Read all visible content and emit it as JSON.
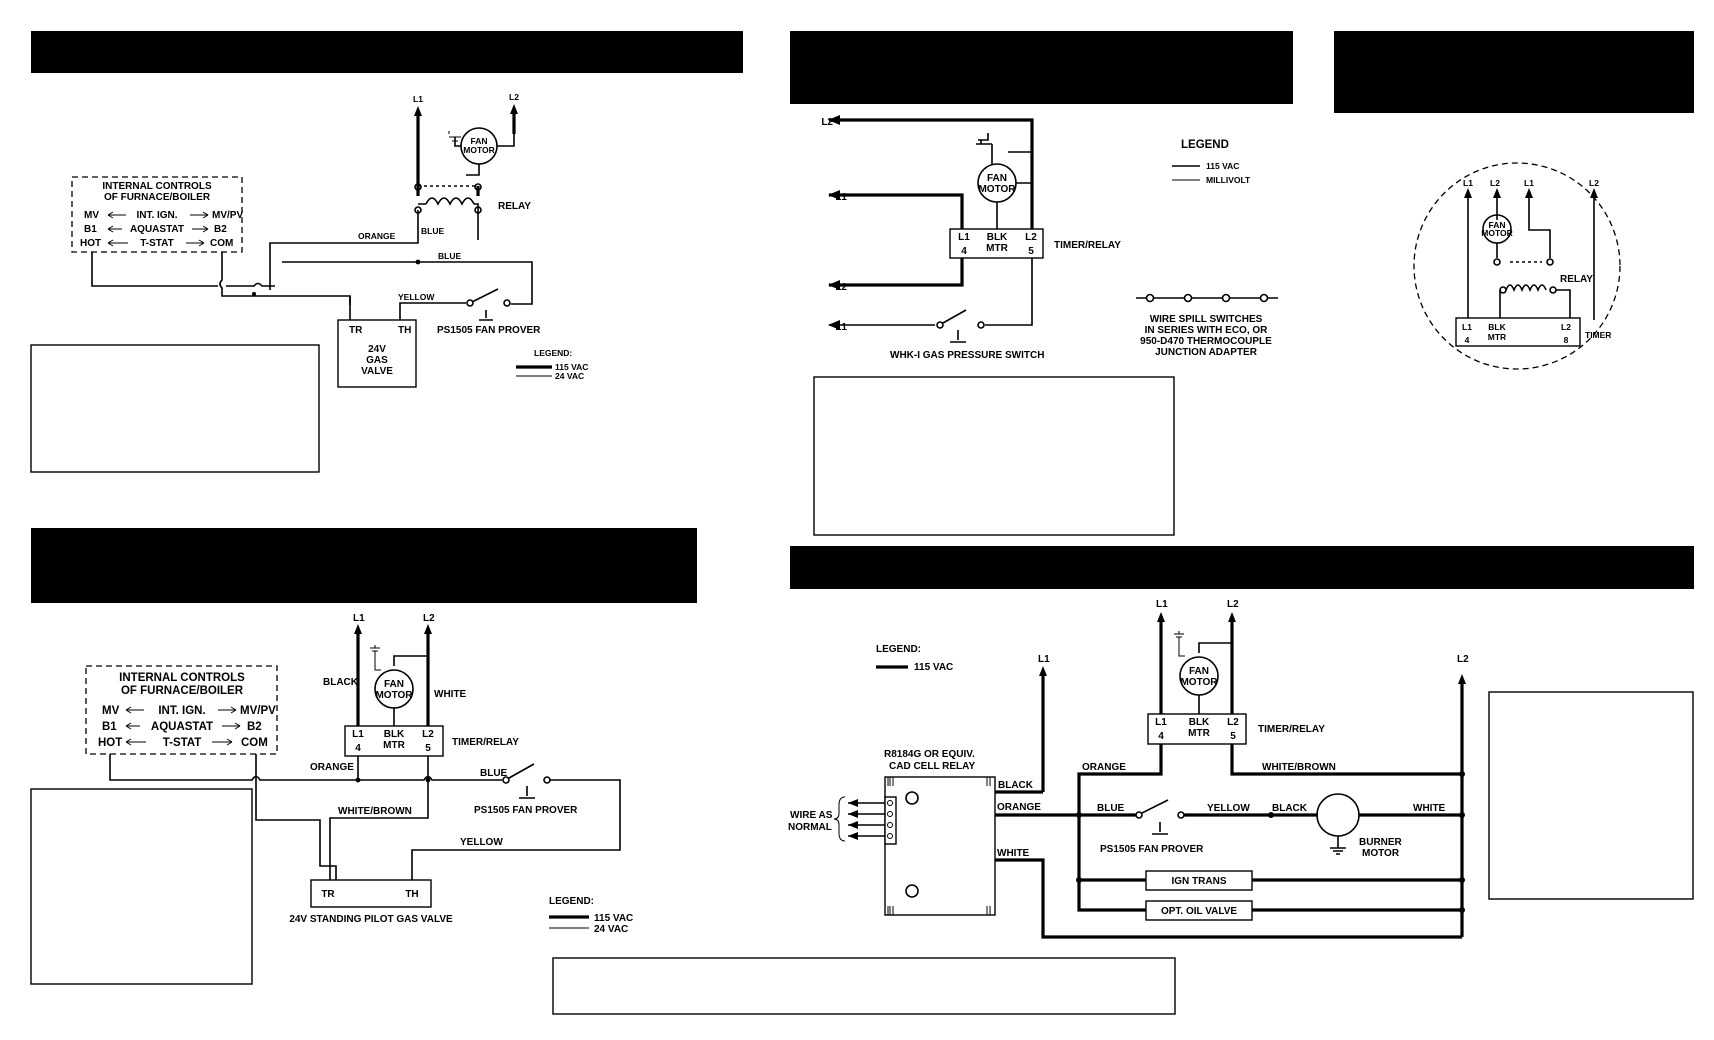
{
  "d1": {
    "controls_title_1": "INTERNAL CONTROLS",
    "controls_title_2": "OF FURNACE/BOILER",
    "row_mv": "MV",
    "row_int_ign": "INT. IGN.",
    "row_mvpv": "MV/PV",
    "row_b1": "B1",
    "row_aquastat": "AQUASTAT",
    "row_b2": "B2",
    "row_hot": "HOT",
    "row_tstat": "T-STAT",
    "row_com": "COM",
    "l1": "L1",
    "l2": "L2",
    "fan_motor_1": "FAN",
    "fan_motor_2": "MOTOR",
    "relay": "RELAY",
    "blue_coil": "BLUE",
    "orange": "ORANGE",
    "blue": "BLUE",
    "yellow": "YELLOW",
    "tr": "TR",
    "th": "TH",
    "gas_valve_1": "24V",
    "gas_valve_2": "GAS",
    "gas_valve_3": "VALVE",
    "prover": "PS1505 FAN PROVER",
    "legend_title": "LEGEND:",
    "legend_thick": "115 VAC",
    "legend_thin": "24 VAC"
  },
  "d2": {
    "l1": "L1",
    "l2": "L2",
    "fan_motor_1": "FAN",
    "fan_motor_2": "MOTOR",
    "t_l1": "L1",
    "t_blk": "BLK",
    "t_mtr": "MTR",
    "t_l2": "L2",
    "t_4": "4",
    "t_5": "5",
    "timer_relay": "TIMER/RELAY",
    "pressure_switch": "WHK-I GAS PRESSURE SWITCH",
    "legend_title": "LEGEND",
    "legend_thick": "115 VAC",
    "legend_thin": "MILLIVOLT",
    "spill_1": "WIRE SPILL SWITCHES",
    "spill_2": "IN SERIES WITH ECO, OR",
    "spill_3": "950-D470 THERMOCOUPLE",
    "spill_4": "JUNCTION ADAPTER"
  },
  "d3": {
    "l1a": "L1",
    "l2": "L2",
    "l1b": "L1",
    "l2b": "L2",
    "fan_motor_1": "FAN",
    "fan_motor_2": "MOTOR",
    "relay": "RELAY",
    "t_l1": "L1",
    "t_blk": "BLK",
    "t_mtr": "MTR",
    "t_l2": "L2",
    "t_4": "4",
    "t_8": "8",
    "timer": "TIMER"
  },
  "d4": {
    "controls_title_1": "INTERNAL CONTROLS",
    "controls_title_2": "OF FURNACE/BOILER",
    "row_mv": "MV",
    "row_int_ign": "INT. IGN.",
    "row_mvpv": "MV/PV",
    "row_b1": "B1",
    "row_aquastat": "AQUASTAT",
    "row_b2": "B2",
    "row_hot": "HOT",
    "row_tstat": "T-STAT",
    "row_com": "COM",
    "l1": "L1",
    "l2": "L2",
    "black": "BLACK",
    "white": "WHITE",
    "fan_motor_1": "FAN",
    "fan_motor_2": "MOTOR",
    "t_l1": "L1",
    "t_blk": "BLK",
    "t_mtr": "MTR",
    "t_l2": "L2",
    "t_4": "4",
    "t_5": "5",
    "timer_relay": "TIMER/RELAY",
    "orange": "ORANGE",
    "blue": "BLUE",
    "white_brown": "WHITE/BROWN",
    "yellow": "YELLOW",
    "prover": "PS1505 FAN PROVER",
    "tr": "TR",
    "th": "TH",
    "gas_valve": "24V STANDING PILOT GAS VALVE",
    "legend_title": "LEGEND:",
    "legend_thick": "115 VAC",
    "legend_thin": "24 VAC"
  },
  "d5": {
    "legend_title": "LEGEND:",
    "legend_thick": "115 VAC",
    "l1a": "L1",
    "l1b": "L1",
    "l2a": "L2",
    "l2b": "L2",
    "fan_motor_1": "FAN",
    "fan_motor_2": "MOTOR",
    "t_l1": "L1",
    "t_blk": "BLK",
    "t_mtr": "MTR",
    "t_l2": "L2",
    "t_4": "4",
    "t_5": "5",
    "timer_relay": "TIMER/RELAY",
    "relay_name_1": "R8184G OR EQUIV.",
    "relay_name_2": "CAD CELL RELAY",
    "wire_as_1": "WIRE AS",
    "wire_as_2": "NORMAL",
    "orange_top": "ORANGE",
    "white_brown": "WHITE/BROWN",
    "black": "BLACK",
    "orange": "ORANGE",
    "white": "WHITE",
    "blue": "BLUE",
    "yellow": "YELLOW",
    "black2": "BLACK",
    "white2": "WHITE",
    "prover": "PS1505 FAN PROVER",
    "burner_1": "BURNER",
    "burner_2": "MOTOR",
    "ign_trans": "IGN TRANS",
    "oil_valve": "OPT. OIL VALVE"
  }
}
